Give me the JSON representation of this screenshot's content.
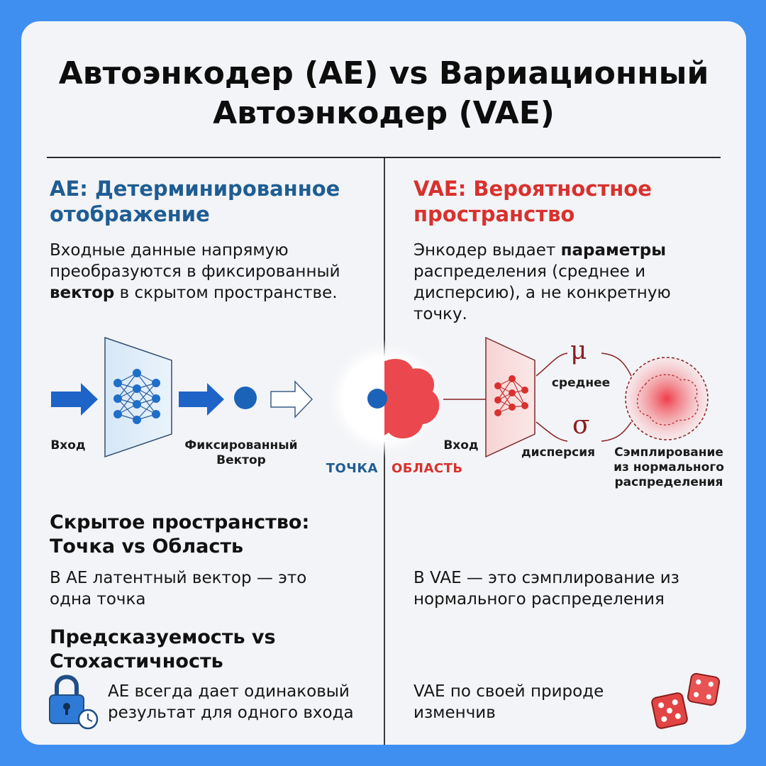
{
  "title": {
    "line1": "Автоэнкодер (AE) vs Вариационный",
    "line2": "Автоэнкодер (VAE)"
  },
  "ae": {
    "heading_line1": "AE: Детерминированное",
    "heading_line2": "отображение",
    "desc_line1": "Входные данные напрямую",
    "desc_line2": "преобразуются в фиксированный",
    "desc_bold": "вектор",
    "desc_line3_rest": " в скрытом пространстве.",
    "diagram": {
      "input_label": "Вход",
      "vector_label_line1": "Фиксированный",
      "vector_label_line2": "Вектор",
      "point_label": "ТОЧКА"
    }
  },
  "vae": {
    "heading_line1": "VAE: Вероятностное",
    "heading_line2": "пространство",
    "desc_line1_start": "Энкодер выдает ",
    "desc_bold": "параметры",
    "desc_line2": "распределения (среднее и",
    "desc_line3": "дисперсию), а не конкретную",
    "desc_line4": "точку.",
    "diagram": {
      "region_label": "ОБЛАСТЬ",
      "input_label": "Вход",
      "mu_symbol": "μ",
      "mu_label": "среднее",
      "sigma_symbol": "σ",
      "sigma_label": "дисперсия",
      "sampling_line1": "Сэмплирование",
      "sampling_line2": "из нормального",
      "sampling_line3": "распределения"
    }
  },
  "latent": {
    "heading_line1": "Скрытое пространство:",
    "heading_line2": "Точка vs Область",
    "ae_line1": "В AE латентный вектор — это",
    "ae_line2": "одна точка",
    "vae_line1": "В VAE — это сэмплирование из",
    "vae_line2": "нормального распределения"
  },
  "predict": {
    "heading_line1": "Предсказуемость vs",
    "heading_line2": "Стохастичность",
    "ae_line1": "AE всегда дает одинаковый",
    "ae_line2": "результат для одного входа",
    "vae_line1": "VAE по своей природе",
    "vae_line2": "изменчив"
  },
  "icons": [
    "lock-clock-icon",
    "dice-icon"
  ],
  "colors": {
    "frame": "#3f8ff0",
    "ae_accent": "#1f5d93",
    "vae_accent": "#d8312e",
    "card": "#f3f4f7"
  }
}
